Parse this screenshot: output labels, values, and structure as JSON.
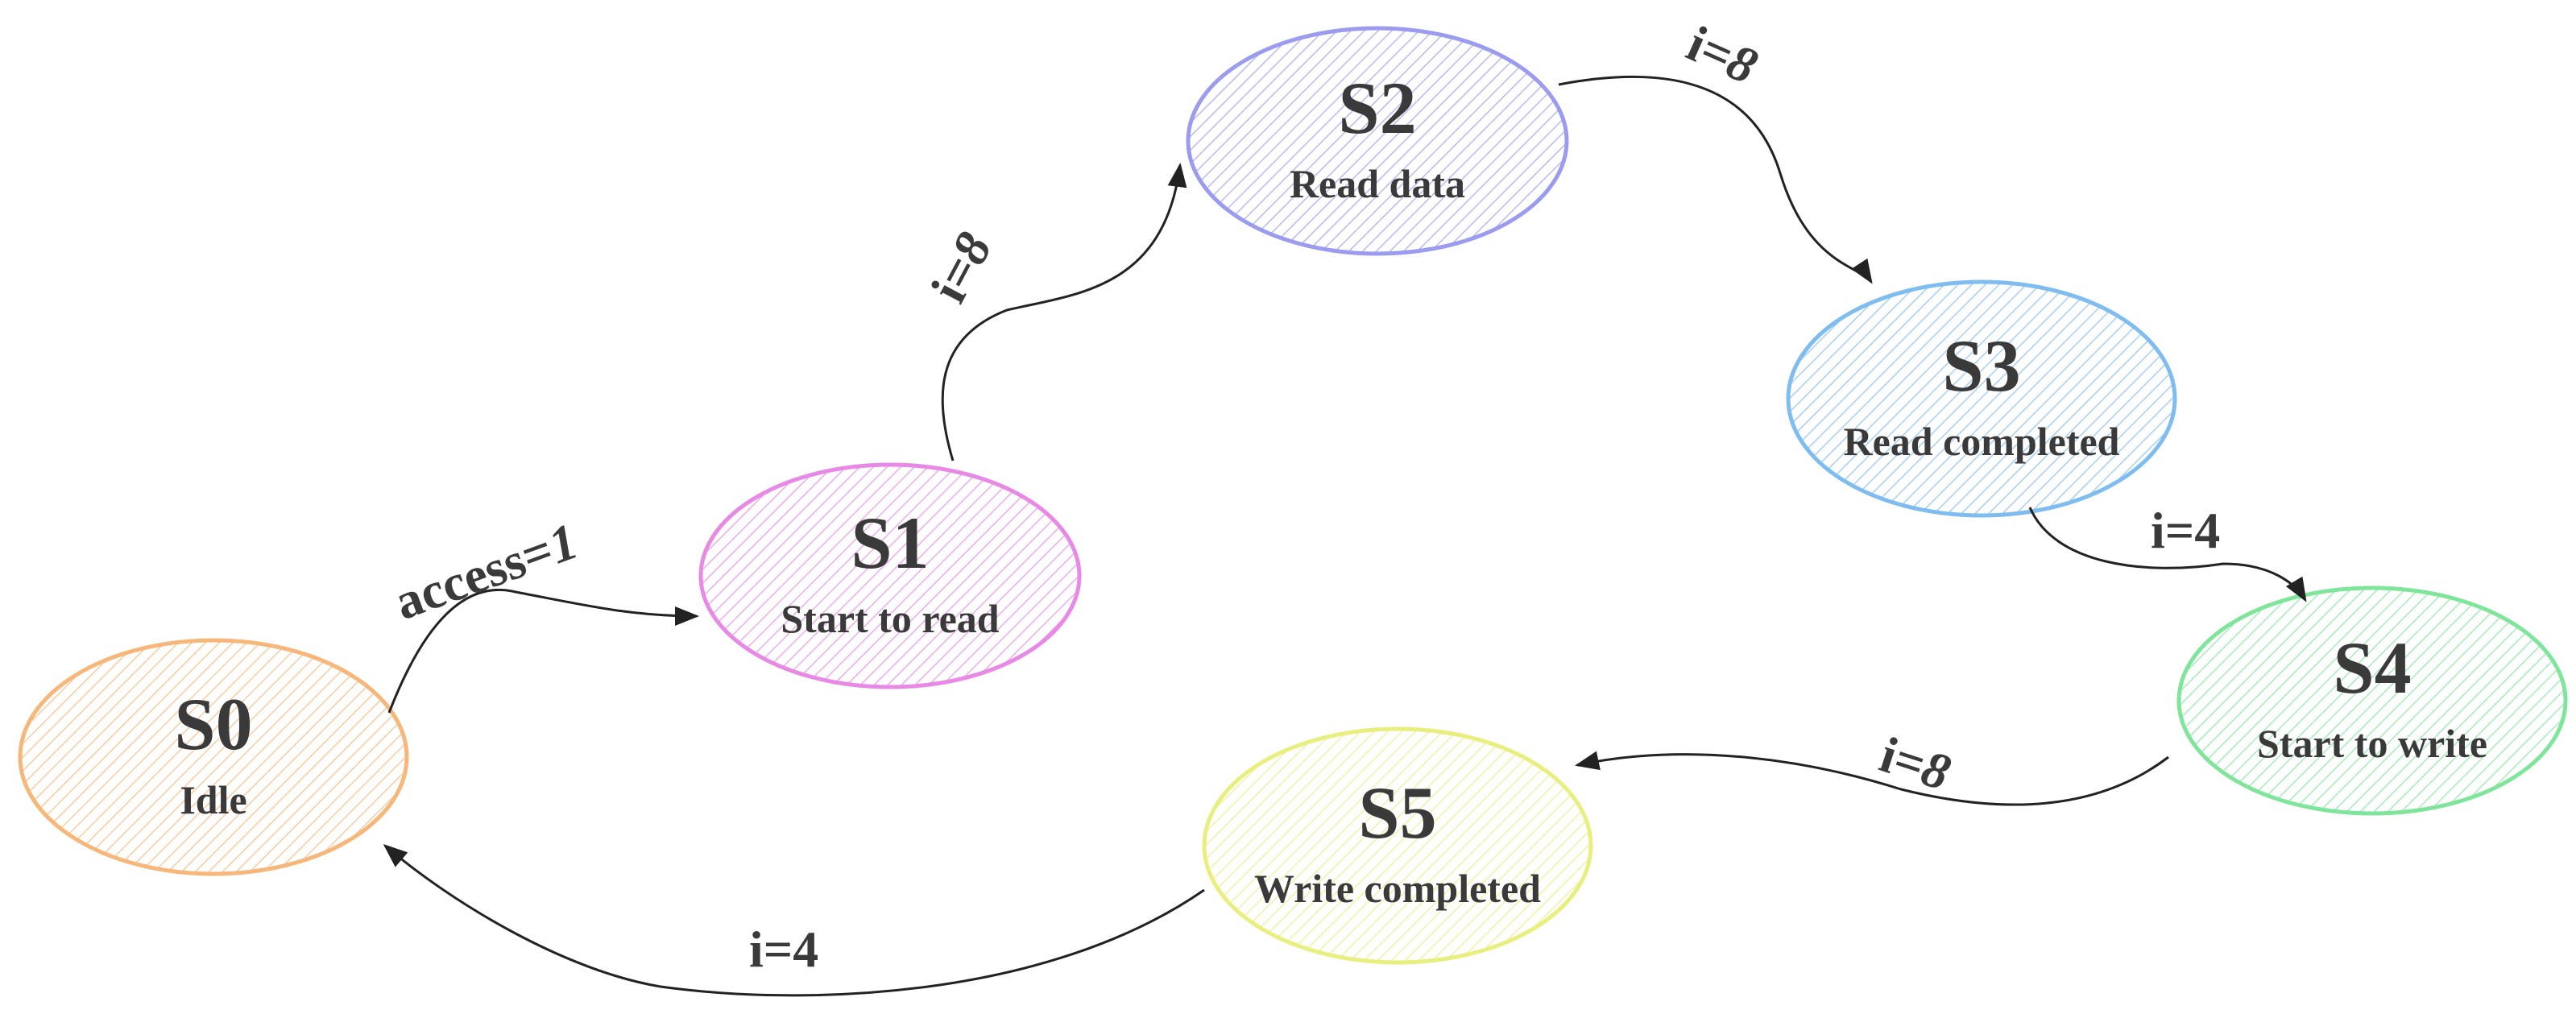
{
  "states": [
    {
      "id": "S0",
      "name": "S0",
      "desc": "Idle",
      "color": "#f7b77a"
    },
    {
      "id": "S1",
      "name": "S1",
      "desc": "Start to read",
      "color": "#e889e6"
    },
    {
      "id": "S2",
      "name": "S2",
      "desc": "Read data",
      "color": "#9b9bef"
    },
    {
      "id": "S3",
      "name": "S3",
      "desc": "Read completed",
      "color": "#7fbdf0"
    },
    {
      "id": "S4",
      "name": "S4",
      "desc": "Start to write",
      "color": "#7fe59b"
    },
    {
      "id": "S5",
      "name": "S5",
      "desc": "Write completed",
      "color": "#e9ef7f"
    }
  ],
  "transitions": [
    {
      "from": "S0",
      "to": "S1",
      "label_main": "access=",
      "label_italic": "1"
    },
    {
      "from": "S1",
      "to": "S2",
      "label_main": "i=",
      "label_italic": "8"
    },
    {
      "from": "S2",
      "to": "S3",
      "label_main": "i=",
      "label_italic": "8"
    },
    {
      "from": "S3",
      "to": "S4",
      "label_main": "i=4",
      "label_italic": ""
    },
    {
      "from": "S4",
      "to": "S5",
      "label_main": "i=",
      "label_italic": "8"
    },
    {
      "from": "S5",
      "to": "S0",
      "label_main": "i=4",
      "label_italic": ""
    }
  ]
}
